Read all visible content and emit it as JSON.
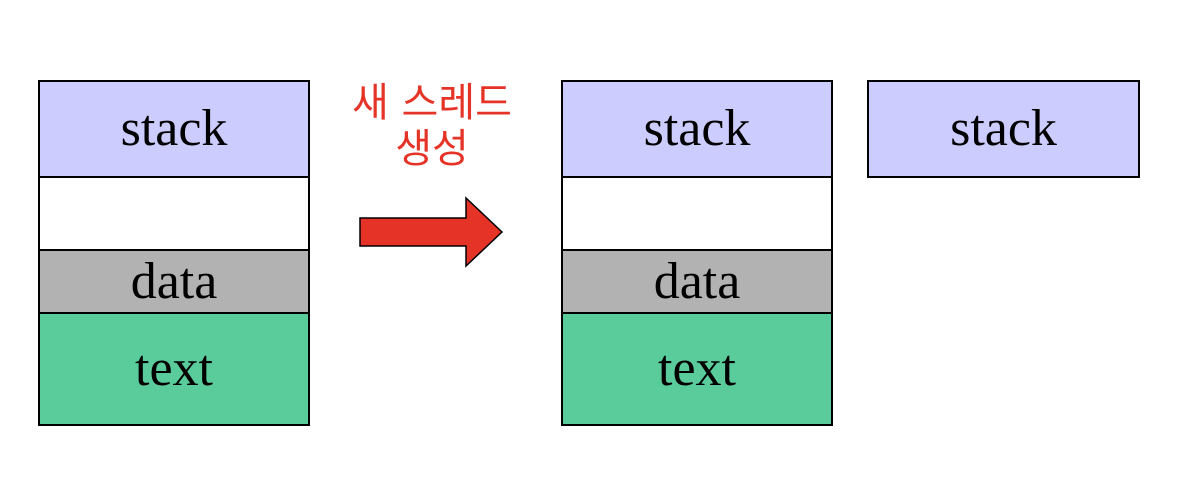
{
  "process_left": {
    "segments": [
      "stack",
      "",
      "data",
      "text"
    ]
  },
  "transition": {
    "line1": "새 스레드",
    "line2": "생성",
    "arrow_color": "#e63327"
  },
  "process_right": {
    "segments": [
      "stack",
      "",
      "data",
      "text"
    ]
  },
  "new_thread": {
    "label": "stack"
  },
  "colors": {
    "stack": "#ccccff",
    "empty": "#ffffff",
    "data": "#b2b2b2",
    "text": "#5acc9b"
  }
}
